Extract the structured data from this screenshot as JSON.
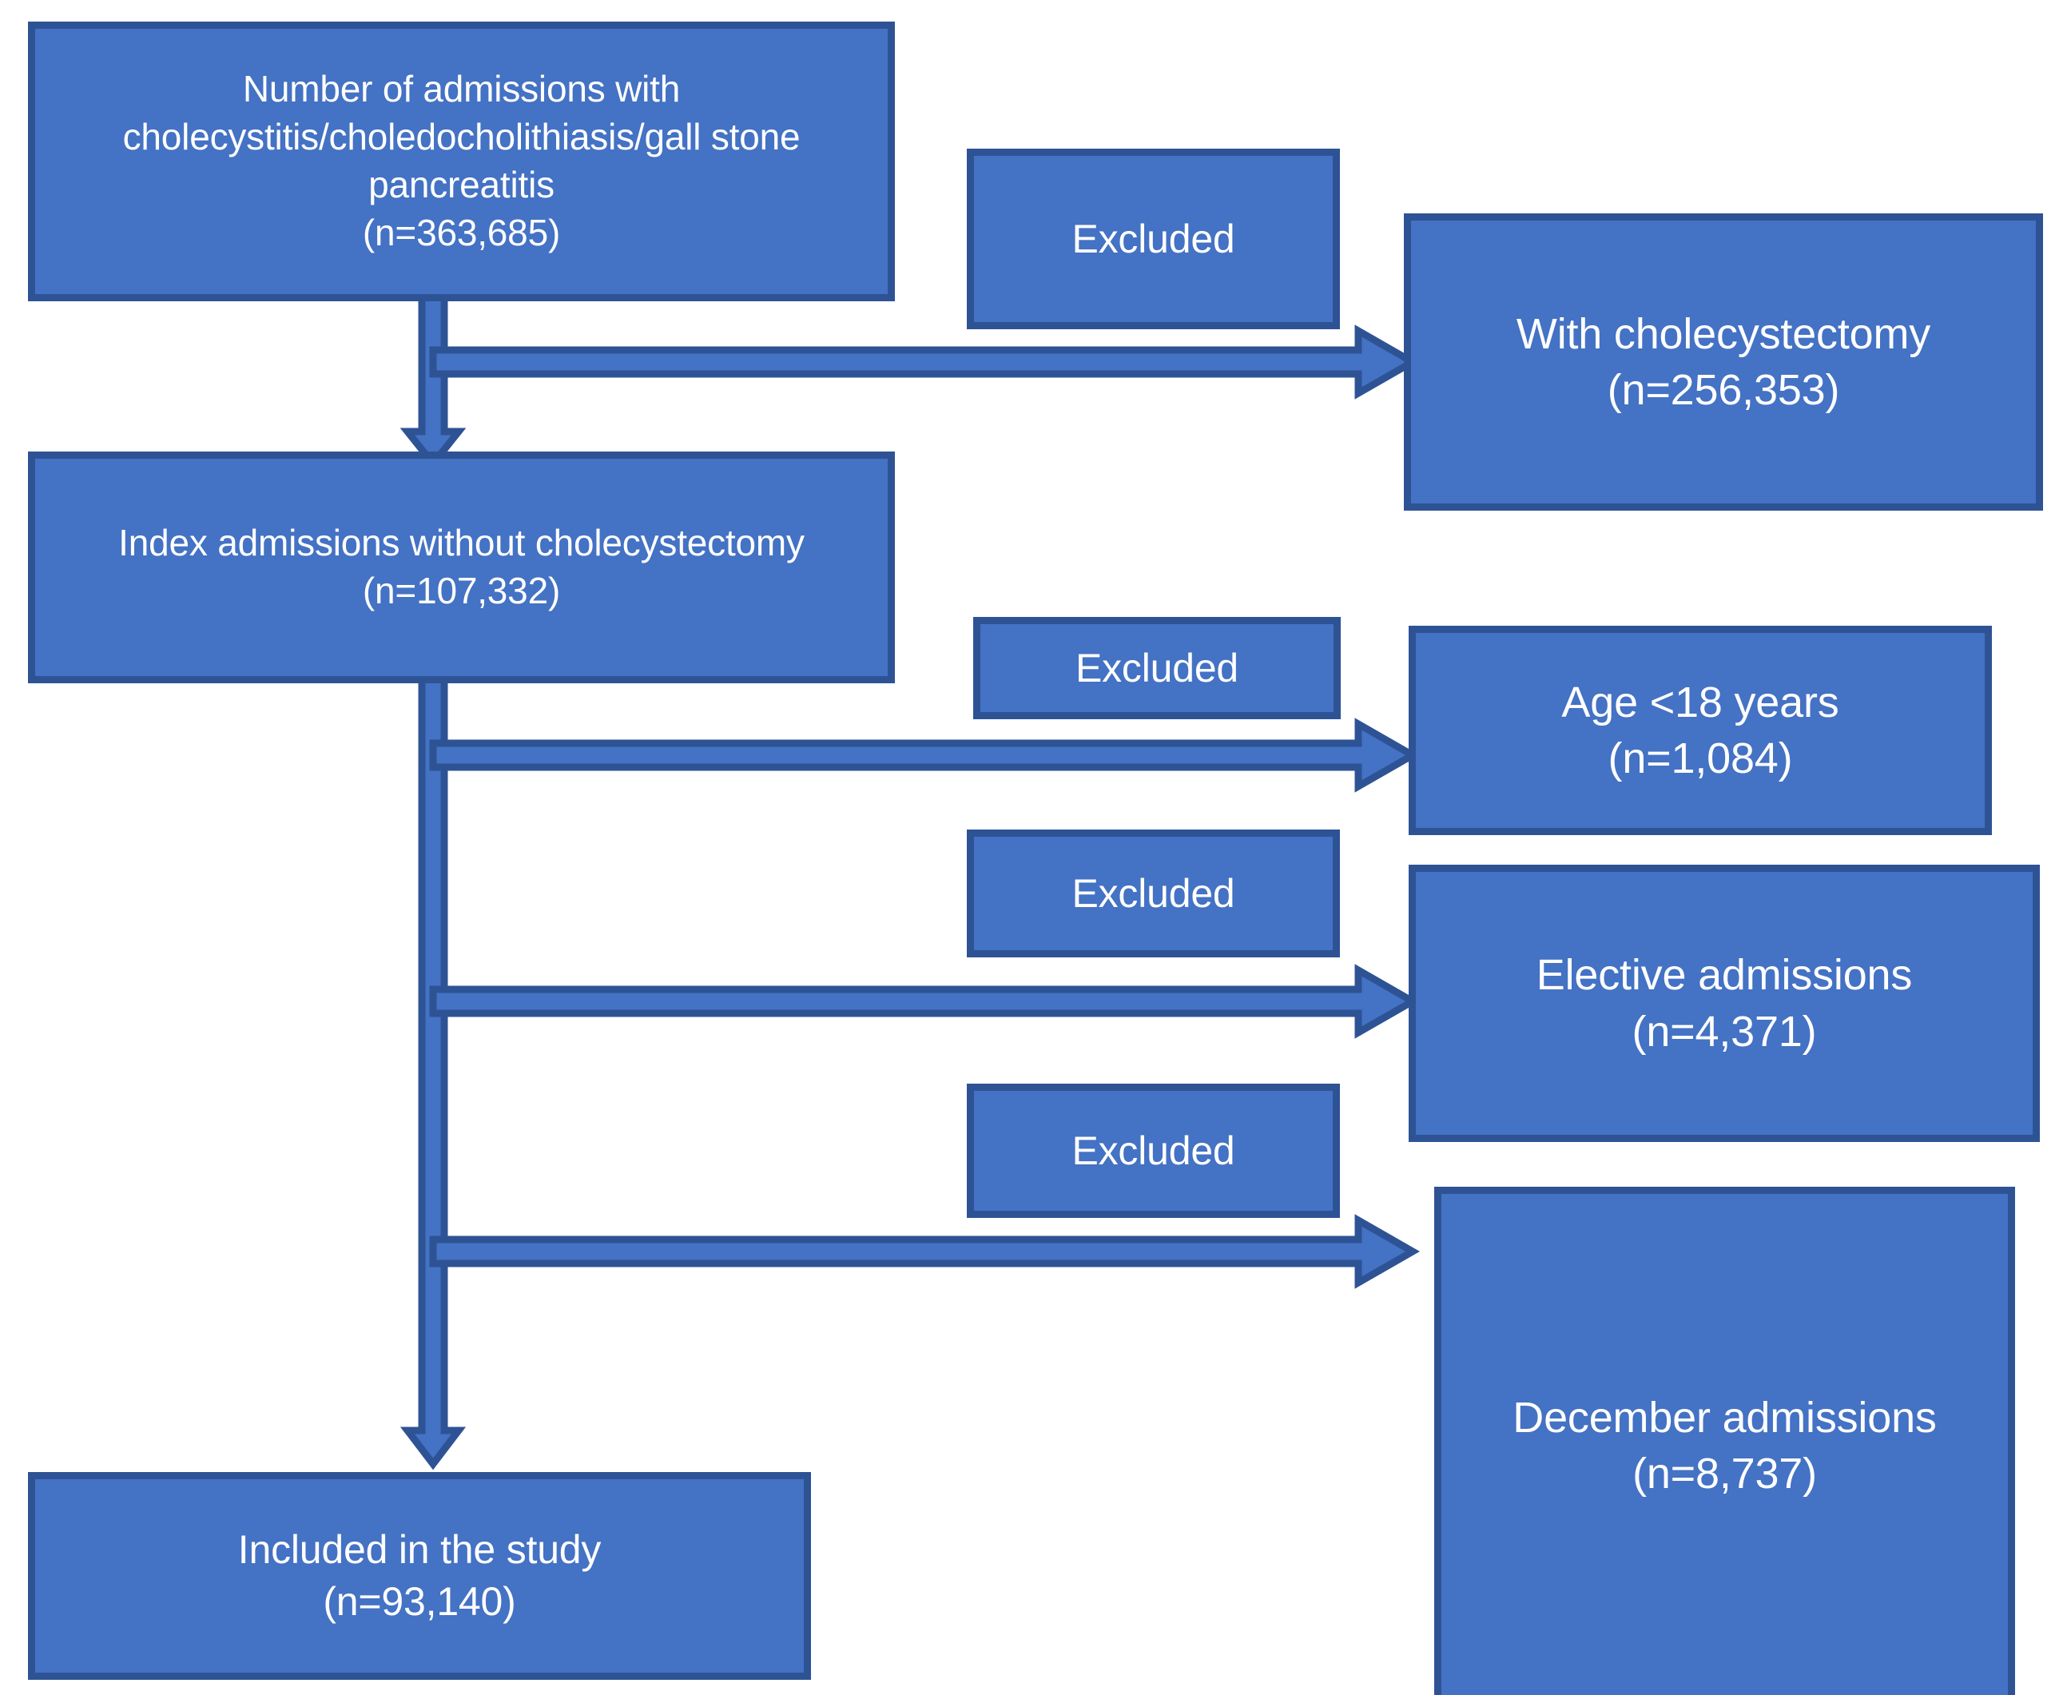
{
  "diagram": {
    "title": "Study cohort selection flow diagram",
    "colors": {
      "box_fill": "#4472C4",
      "box_border": "#2E5395",
      "connector": "#4472C4",
      "connector_border": "#2E5395",
      "text": "#FFFFFF",
      "background": "#FFFFFF"
    },
    "nodes": {
      "source": {
        "label": "Number of admissions with cholecystitis/choledocholithiasis/gall stone pancreatitis\n(n=363,685)",
        "count": 363685
      },
      "index": {
        "label": "Index admissions without cholecystectomy\n(n=107,332)",
        "count": 107332
      },
      "included": {
        "label": "Included in the study\n(n=93,140)",
        "count": 93140
      },
      "excluded_1": {
        "label": "Excluded"
      },
      "excluded_2": {
        "label": "Excluded"
      },
      "excluded_3": {
        "label": "Excluded"
      },
      "excluded_4": {
        "label": "Excluded"
      },
      "with_cholecystectomy": {
        "label": "With cholecystectomy\n(n=256,353)",
        "count": 256353
      },
      "age_under_18": {
        "label": "Age <18 years\n(n=1,084)",
        "count": 1084
      },
      "elective_admissions": {
        "label": "Elective admissions\n(n=4,371)",
        "count": 4371
      },
      "december_admissions": {
        "label": "December admissions\n(n=8,737)",
        "count": 8737
      }
    },
    "edges": [
      {
        "from": "source",
        "to": "index",
        "direction": "down"
      },
      {
        "from": "source",
        "to": "with_cholecystectomy",
        "direction": "right"
      },
      {
        "from": "index",
        "to": "age_under_18",
        "direction": "right"
      },
      {
        "from": "index",
        "to": "elective_admissions",
        "direction": "right"
      },
      {
        "from": "index",
        "to": "december_admissions",
        "direction": "right"
      },
      {
        "from": "index",
        "to": "included",
        "direction": "down"
      }
    ]
  }
}
